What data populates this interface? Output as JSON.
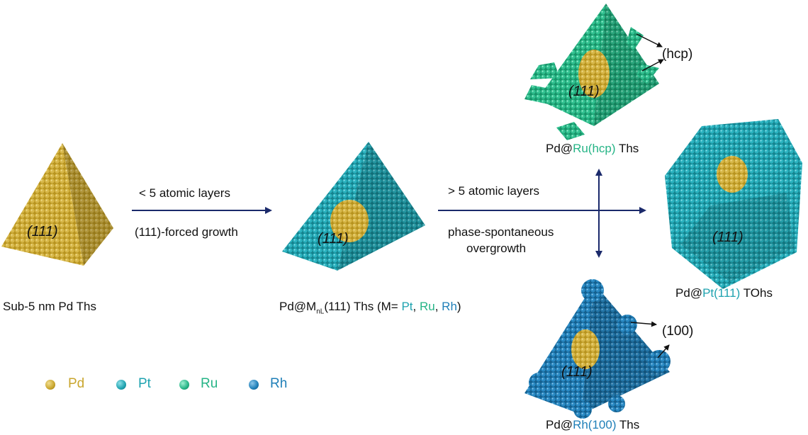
{
  "colors": {
    "Pd": "#c9a62e",
    "Pt": "#1fa3b0",
    "Ru": "#25b486",
    "Rh": "#1f7fb8",
    "arrow": "#1b2a6b"
  },
  "left": {
    "facet": "(111)",
    "caption": "Sub-5 nm Pd Ths"
  },
  "step1": {
    "above": "< 5 atomic layers",
    "below": "(111)-forced growth"
  },
  "middle": {
    "facet": "(111)",
    "caption_prefix": "Pd@M",
    "caption_sub": "nL",
    "caption_mid": "(111) Ths (M= ",
    "pt": "Pt",
    "sep1": ", ",
    "ru": "Ru",
    "sep2": ", ",
    "rh": "Rh",
    "close": ")"
  },
  "step2": {
    "above": "> 5 atomic layers",
    "below1": "phase-spontaneous",
    "below2": "overgrowth"
  },
  "ru_product": {
    "facet": "(111)",
    "annotation": "(hcp)",
    "caption_prefix": "Pd@",
    "caption_color": "Ru(hcp)",
    "caption_suffix": " Ths"
  },
  "pt_product": {
    "facet": "(111)",
    "caption_prefix": "Pd@",
    "caption_color": "Pt(111)",
    "caption_suffix": " TOhs"
  },
  "rh_product": {
    "facet": "(111)",
    "annotation": "(100)",
    "caption_prefix": "Pd@",
    "caption_color": "Rh(100)",
    "caption_suffix": " Ths"
  },
  "legend": [
    {
      "label": "Pd",
      "color": "#c9a62e"
    },
    {
      "label": "Pt",
      "color": "#1fa3b0"
    },
    {
      "label": "Ru",
      "color": "#25b486"
    },
    {
      "label": "Rh",
      "color": "#1f7fb8"
    }
  ]
}
